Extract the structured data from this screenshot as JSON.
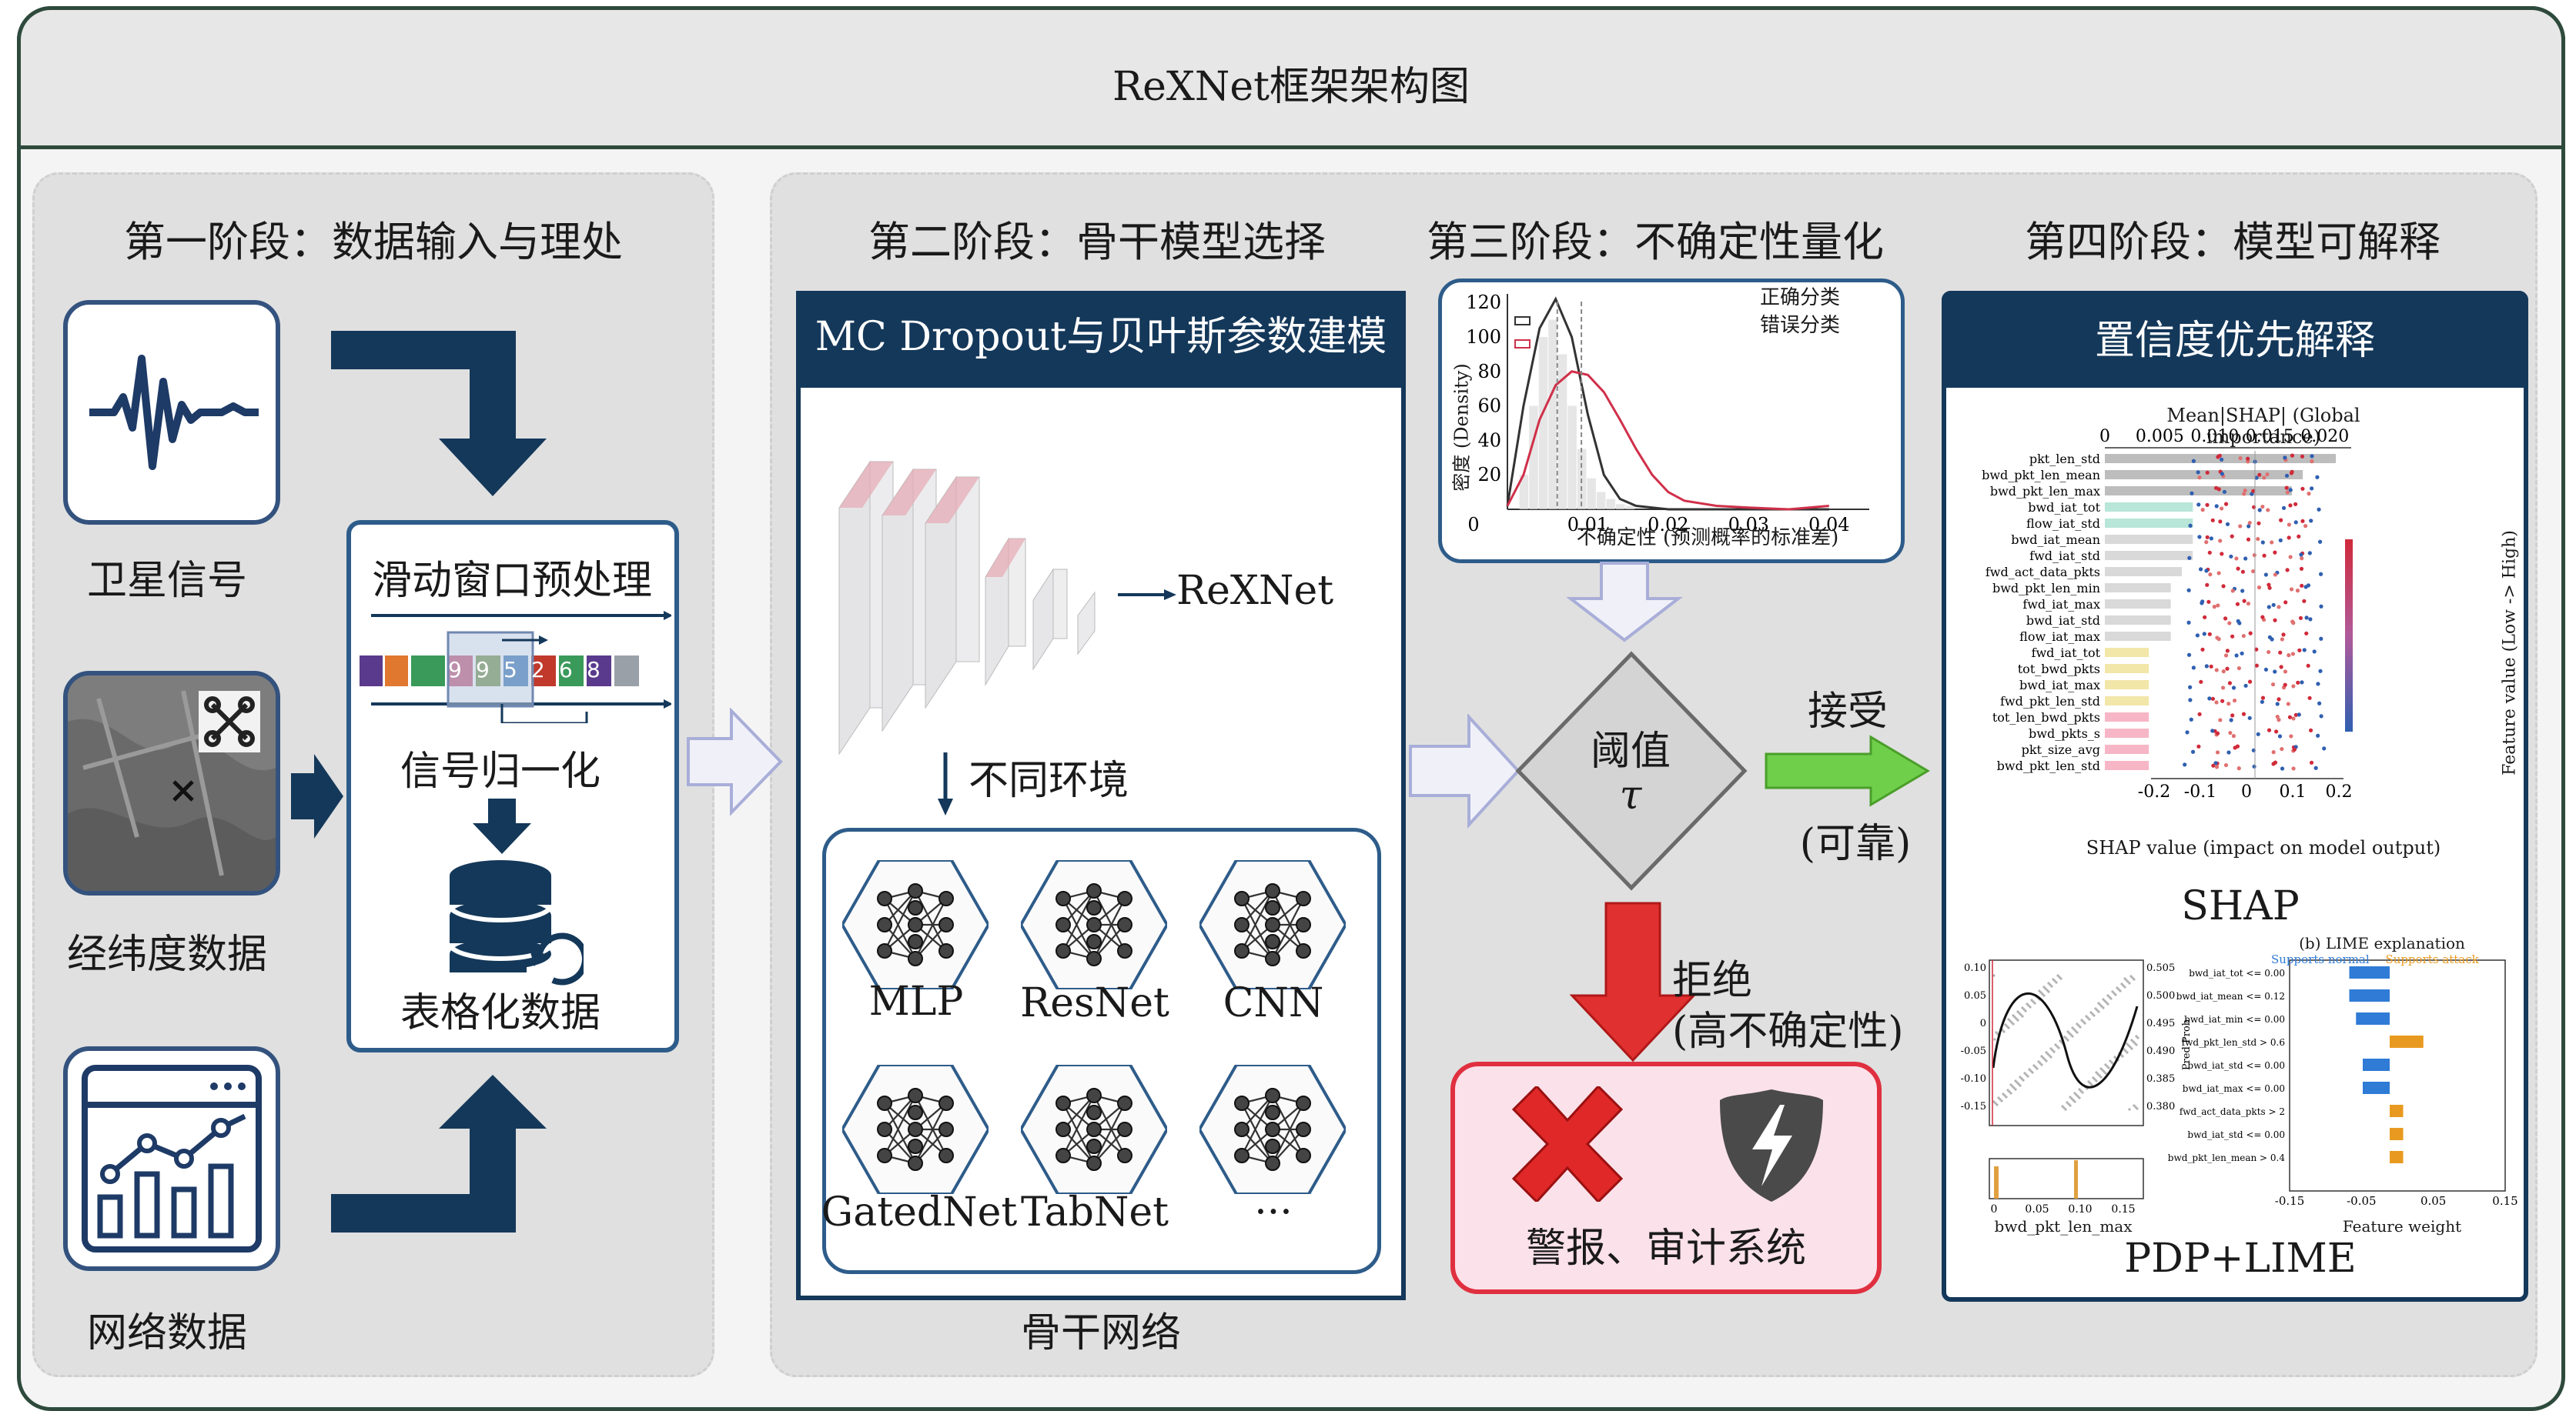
{
  "title": "ReXNet框架架构图",
  "stages": {
    "s1": "第一阶段：数据输入与理处",
    "s2": "第二阶段：骨干模型选择",
    "s3": "第三阶段：不确定性量化",
    "s4": "第四阶段：模型可解释"
  },
  "inputs": {
    "satellite": "卫星信号",
    "latlon": "经纬度数据",
    "network": "网络数据"
  },
  "preprocess": {
    "title": "滑动窗口预处理",
    "digits": [
      "9",
      "9",
      "5",
      "2",
      "6",
      "8"
    ],
    "normalize": "信号归一化",
    "table": "表格化数据"
  },
  "backbone": {
    "header": "MC Dropout与贝叶斯参数建模",
    "rexnet": "ReXNet",
    "env": "不同环境",
    "models": [
      "MLP",
      "ResNet",
      "CNN",
      "GatedNet",
      "TabNet",
      "···"
    ],
    "caption": "骨干网络"
  },
  "uncertainty": {
    "ylabel": "密度 (Density)",
    "xlabel": "不确定性 (预测概率的标准差)",
    "legend_correct": "正确分类",
    "legend_wrong": "错误分类",
    "yticks": [
      "120",
      "100",
      "80",
      "60",
      "40",
      "20"
    ],
    "xticks": [
      "0",
      "0.01",
      "0.02",
      "0.03",
      "0.04"
    ],
    "threshold": "阈值",
    "tau": "τ",
    "accept": "接受",
    "reliable": "(可靠)",
    "reject": "拒绝",
    "high_unc": "(高不确定性)",
    "alarm": "警报、审计系统",
    "colors": {
      "correct": "#333333",
      "wrong": "#d0304a"
    }
  },
  "chart_data": {
    "type": "line",
    "title": "",
    "xlabel": "不确定性 (预测概率的标准差)",
    "ylabel": "密度 (Density)",
    "xlim": [
      0,
      0.045
    ],
    "ylim": [
      0,
      125
    ],
    "series": [
      {
        "name": "正确分类",
        "x": [
          0.0,
          0.002,
          0.004,
          0.006,
          0.008,
          0.01,
          0.012,
          0.014,
          0.016,
          0.02,
          0.03,
          0.04
        ],
        "values": [
          2,
          60,
          105,
          122,
          100,
          55,
          20,
          6,
          2,
          0,
          0,
          0
        ]
      },
      {
        "name": "错误分类",
        "x": [
          0.0,
          0.002,
          0.004,
          0.006,
          0.008,
          0.01,
          0.012,
          0.014,
          0.016,
          0.018,
          0.02,
          0.022,
          0.026,
          0.03,
          0.035,
          0.04
        ],
        "values": [
          2,
          20,
          52,
          72,
          80,
          78,
          68,
          52,
          35,
          20,
          10,
          5,
          2,
          1,
          0,
          2
        ]
      }
    ]
  },
  "explain": {
    "header": "置信度优先解释",
    "shap_title": "Mean|SHAP| (Global importance)",
    "shap_top_ticks": [
      "0",
      "0.005",
      "0.010",
      "0.015",
      "0.020"
    ],
    "features": [
      "pkt_len_std",
      "bwd_pkt_len_mean",
      "bwd_pkt_len_max",
      "bwd_iat_tot",
      "flow_iat_std",
      "bwd_iat_mean",
      "fwd_iat_std",
      "fwd_act_data_pkts",
      "bwd_pkt_len_min",
      "fwd_iat_max",
      "bwd_iat_std",
      "flow_iat_max",
      "fwd_iat_tot",
      "tot_bwd_pkts",
      "bwd_iat_max",
      "fwd_pkt_len_std",
      "tot_len_bwd_pkts",
      "bwd_pkts_s",
      "pkt_size_avg",
      "bwd_pkt_len_std"
    ],
    "importance": [
      0.021,
      0.018,
      0.017,
      0.008,
      0.008,
      0.008,
      0.008,
      0.007,
      0.006,
      0.006,
      0.006,
      0.006,
      0.004,
      0.004,
      0.004,
      0.004,
      0.004,
      0.004,
      0.004,
      0.004
    ],
    "shap_bottom_ticks": [
      "-0.2",
      "-0.1",
      "0",
      "0.1",
      "0.2"
    ],
    "shap_xlabel": "SHAP value (impact on model output)",
    "feature_value": "Feature value (Low -> High)",
    "shap_label": "SHAP",
    "pdp_xlabel": "bwd_pkt_len_max",
    "pdp_xticks": [
      "0",
      "0.05",
      "0.10",
      "0.15"
    ],
    "pdp_left_ticks": [
      "0.10",
      "0.05",
      "0",
      "-0.05",
      "-0.10",
      "-0.15"
    ],
    "pdp_right_ticks": [
      "0.505",
      "0.500",
      "0.495",
      "0.490",
      "0.385",
      "0.380"
    ],
    "pdp_right_label": "Pred Prob",
    "lime_title": "(b) LIME explanation",
    "lime_legend_a": "Supports normal",
    "lime_legend_b": "Supports attack",
    "lime_rules": [
      "bwd_iat_tot <= 0.00",
      "bwd_iat_mean <= 0.12",
      "bwd_iat_min <= 0.00",
      "fwd_pkt_len_std > 0.6",
      "bwd_iat_std <= 0.00",
      "bwd_iat_max <= 0.00",
      "fwd_act_data_pkts > 2",
      "bwd_iat_std <= 0.00",
      "bwd_pkt_len_mean > 0.4"
    ],
    "lime_weights": [
      -0.06,
      -0.06,
      -0.05,
      0.05,
      -0.04,
      -0.04,
      0.02,
      0.02,
      0.02
    ],
    "lime_xticks": [
      "-0.15",
      "-0.05",
      "0.05",
      "0.15"
    ],
    "lime_xlabel": "Feature weight",
    "pdp_lime_label": "PDP+LIME"
  }
}
